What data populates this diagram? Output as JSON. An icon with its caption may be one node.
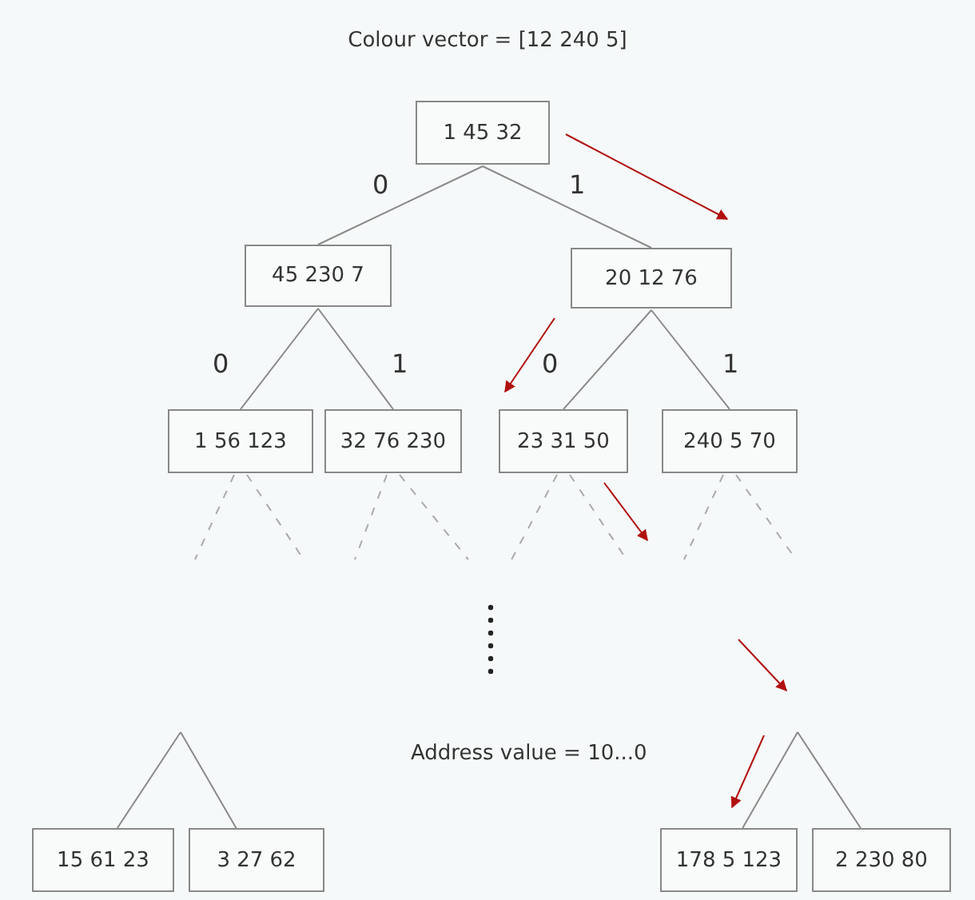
{
  "diagram": {
    "title": "Colour vector = [12 240 5]",
    "nodes": [
      {
        "text": [
          "1 45 32"
        ]
      },
      {
        "text": [
          "45 230 7"
        ]
      },
      {
        "text": [
          "20 12 76"
        ]
      },
      {
        "text": [
          "1 56 123"
        ]
      },
      {
        "text": [
          "32 76 230"
        ]
      },
      {
        "text": [
          "23 31 50"
        ]
      },
      {
        "text": [
          "240 5 70"
        ]
      },
      {
        "text": [
          "15 61 23"
        ]
      },
      {
        "text": [
          "3 27 62"
        ]
      },
      {
        "text": [
          "178 5 123"
        ]
      },
      {
        "text": [
          "2 230 80"
        ]
      }
    ],
    "edges": [
      {
        "from": 0,
        "to": 1,
        "arrow": "none",
        "label": "0"
      },
      {
        "from": 0,
        "to": 2,
        "arrow": "none",
        "label": "1"
      },
      {
        "from": 1,
        "to": 3,
        "arrow": "none",
        "label": "0"
      },
      {
        "from": 1,
        "to": 4,
        "arrow": "none",
        "label": "1"
      },
      {
        "from": 2,
        "to": 5,
        "arrow": "none",
        "label": "0"
      },
      {
        "from": 2,
        "to": 6,
        "arrow": "none",
        "label": "1"
      },
      {
        "from": 3,
        "to": null,
        "arrow": "none",
        "style": "dashed"
      },
      {
        "from": 3,
        "to": null,
        "arrow": "none",
        "style": "dashed"
      },
      {
        "from": 4,
        "to": null,
        "arrow": "none",
        "style": "dashed"
      },
      {
        "from": 4,
        "to": null,
        "arrow": "none",
        "style": "dashed"
      },
      {
        "from": 5,
        "to": null,
        "arrow": "none",
        "style": "dashed"
      },
      {
        "from": 5,
        "to": null,
        "arrow": "none",
        "style": "dashed"
      },
      {
        "from": 6,
        "to": null,
        "arrow": "none",
        "style": "dashed"
      },
      {
        "from": 6,
        "to": null,
        "arrow": "none",
        "style": "dashed"
      },
      {
        "from": null,
        "to": 7,
        "arrow": "none"
      },
      {
        "from": null,
        "to": 8,
        "arrow": "none"
      },
      {
        "from": null,
        "to": 9,
        "arrow": "none"
      },
      {
        "from": null,
        "to": 10,
        "arrow": "none"
      }
    ],
    "labels": [
      "Address value = 10...0"
    ]
  }
}
